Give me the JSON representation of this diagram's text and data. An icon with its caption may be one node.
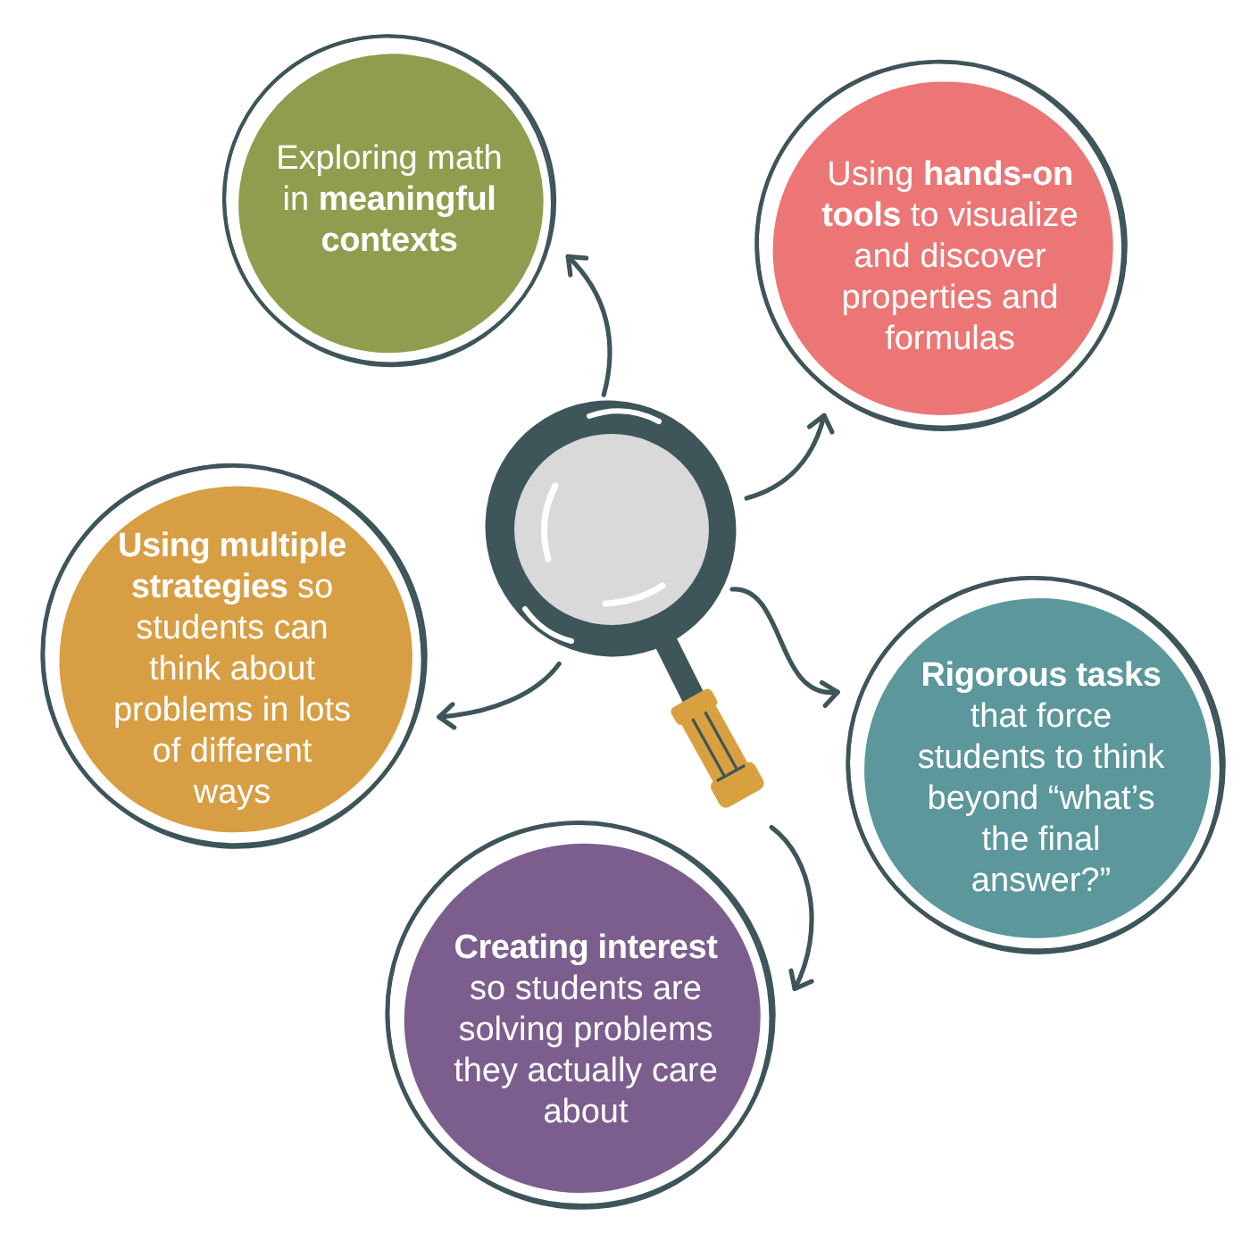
{
  "diagram": {
    "nodes": [
      {
        "text": [],
        "shape": "picture"
      },
      {
        "text": [
          "Exploring math in **meaningful contexts**"
        ]
      },
      {
        "text": [
          "Using **hands-on tools** to visualize and discover properties and formulas"
        ]
      },
      {
        "text": [
          "**Using multiple strategies** so students can think about problems in lots of different ways"
        ]
      },
      {
        "text": [
          "**Rigorous tasks** that force students to think beyond “what’s the final answer?”"
        ]
      },
      {
        "text": [
          "**Creating interest** so students are solving problems they actually care about"
        ]
      }
    ],
    "edges": [
      {
        "from": 0,
        "to": 1,
        "arrow": "to"
      },
      {
        "from": 0,
        "to": 2,
        "arrow": "to"
      },
      {
        "from": 0,
        "to": 3,
        "arrow": "to"
      },
      {
        "from": 0,
        "to": 4,
        "arrow": "to"
      },
      {
        "from": 0,
        "to": 5,
        "arrow": "to"
      }
    ]
  }
}
